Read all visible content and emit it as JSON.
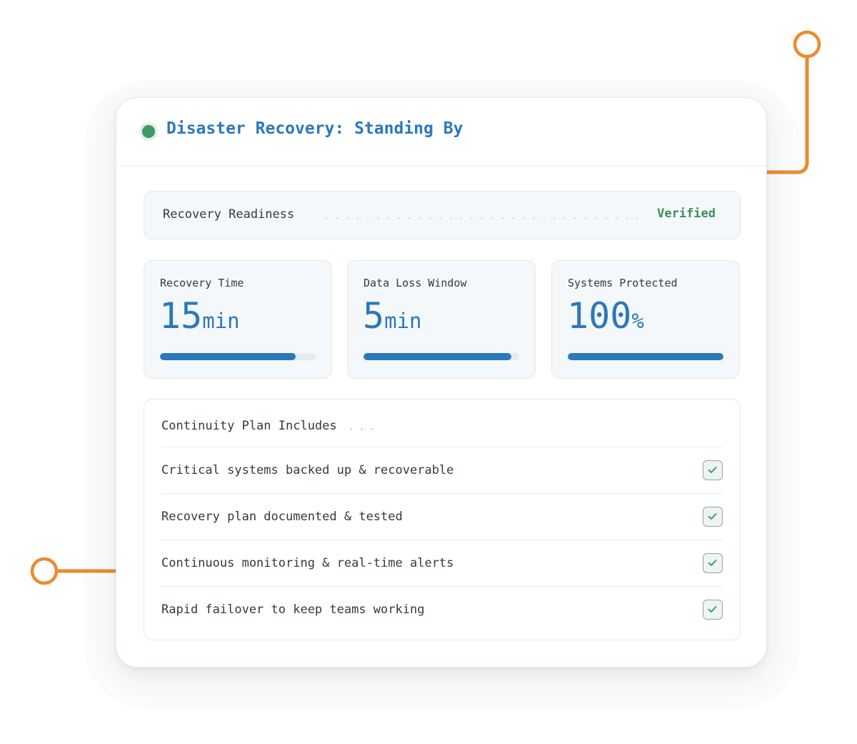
{
  "header": {
    "status": "standing-by",
    "title": "Disaster Recovery: Standing By"
  },
  "readiness": {
    "label": "Recovery Readiness",
    "value": "Verified"
  },
  "metrics": [
    {
      "label": "Recovery Time",
      "value": "15",
      "unit": "min",
      "progress_percent": 87
    },
    {
      "label": "Data Loss Window",
      "value": "5",
      "unit": "min",
      "progress_percent": 95
    },
    {
      "label": "Systems Protected",
      "value": "100",
      "unit": "%",
      "progress_percent": 100
    }
  ],
  "plan": {
    "title": "Continuity Plan Includes",
    "items": [
      {
        "label": "Critical systems backed up & recoverable",
        "checked": true
      },
      {
        "label": "Recovery plan documented & tested",
        "checked": true
      },
      {
        "label": "Continuous monitoring & real-time alerts",
        "checked": true
      },
      {
        "label": "Rapid failover to keep teams working",
        "checked": true
      }
    ]
  },
  "colors": {
    "accent": "#2b78bd",
    "success": "#3f9a63",
    "connector": "#ec8a2c",
    "text": "#2f3b45"
  }
}
